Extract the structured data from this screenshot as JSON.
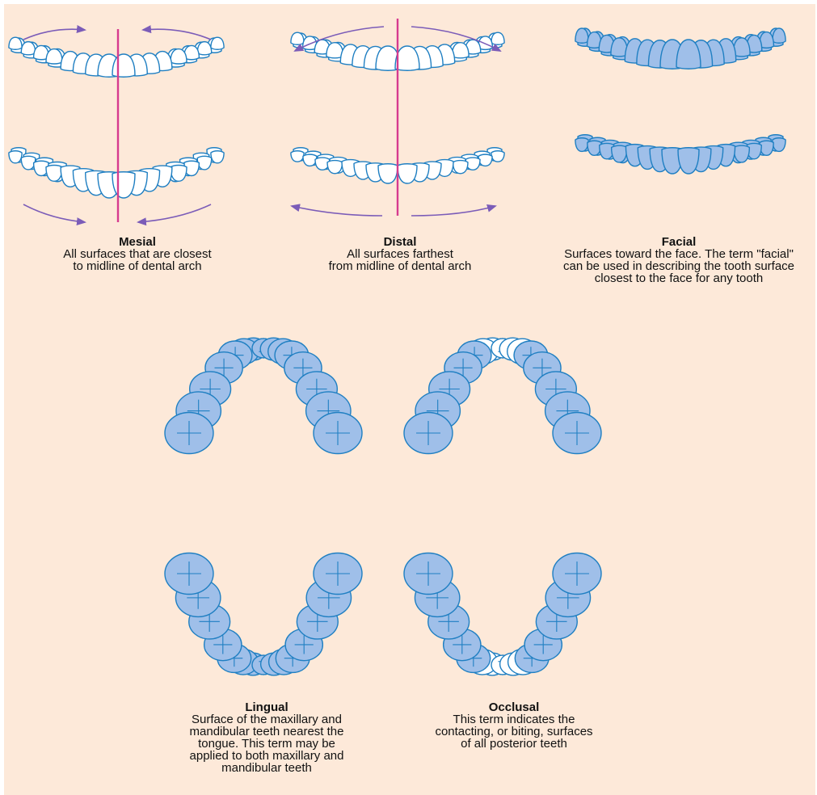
{
  "colors": {
    "background": "#fde9d9",
    "outline": "#1f7fc2",
    "highlight": "#9fbfe9",
    "midline": "#d63b8f",
    "arrow": "#7b5cb8"
  },
  "panels": {
    "mesial": {
      "title": "Mesial",
      "lines": [
        "All surfaces that are closest",
        "to midline of dental arch"
      ]
    },
    "distal": {
      "title": "Distal",
      "lines": [
        "All surfaces farthest",
        "from midline of dental arch"
      ]
    },
    "facial": {
      "title": "Facial",
      "lines": [
        "Surfaces toward the face. The term \"facial\"",
        "can be used in describing the tooth surface",
        "closest to the face for any tooth"
      ]
    },
    "lingual": {
      "title": "Lingual",
      "lines": [
        "Surface of the maxillary and",
        "mandibular teeth nearest the",
        "tongue. This term may be",
        "applied to both maxillary and",
        "mandibular teeth"
      ]
    },
    "occlusal": {
      "title": "Occlusal",
      "lines": [
        "This term indicates the",
        "contacting, or biting, surfaces",
        "of all posterior teeth"
      ]
    }
  }
}
